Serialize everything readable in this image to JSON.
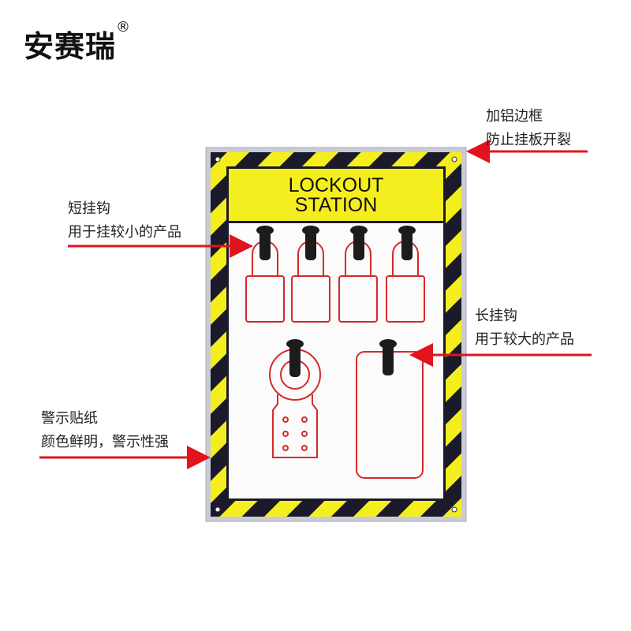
{
  "brand": {
    "name": "安赛瑞",
    "mark": "®"
  },
  "board": {
    "title_line1": "LOCKOUT",
    "title_line2": "STATION"
  },
  "annotations": {
    "frame": {
      "line1": "加铝边框",
      "line2": "防止挂板开裂"
    },
    "short_hook": {
      "line1": "短挂钩",
      "line2": "用于挂较小的产品"
    },
    "long_hook": {
      "line1": "长挂钩",
      "line2": "用于较大的产品"
    },
    "sticker": {
      "line1": "警示贴纸",
      "line2": "颜色鲜明，警示性强"
    }
  },
  "colors": {
    "yellow": "#f5ee1e",
    "stripe_dark": "#1a1a2a",
    "outline_red": "#d42a2a",
    "arrow_red": "#e0141e",
    "frame": "#c9cbd6"
  }
}
